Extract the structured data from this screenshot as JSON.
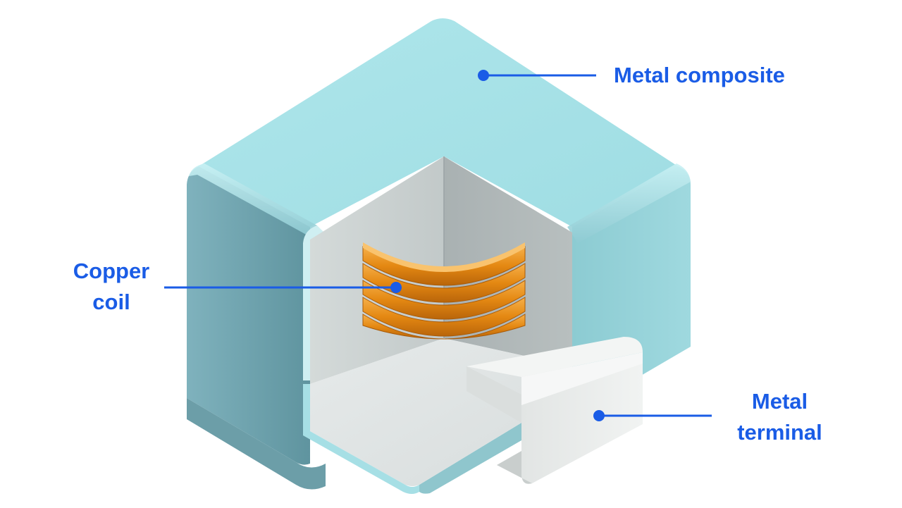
{
  "labels": {
    "metal_composite": "Metal composite",
    "copper_coil": [
      "Copper",
      "coil"
    ],
    "metal_terminal": [
      "Metal",
      "terminal"
    ]
  },
  "colors": {
    "label_text": "#1a5ce6",
    "leader_line": "#1a5ce6",
    "composite_top": "#a6e2e8",
    "composite_left": "#6fa3ae",
    "composite_right": "#92d2d8",
    "cavity_back": "#bcc4c5",
    "cavity_floor": "#dfe4e3",
    "copper": "#e88a14",
    "terminal": "#e6e8e7",
    "background": "#ffffff"
  }
}
